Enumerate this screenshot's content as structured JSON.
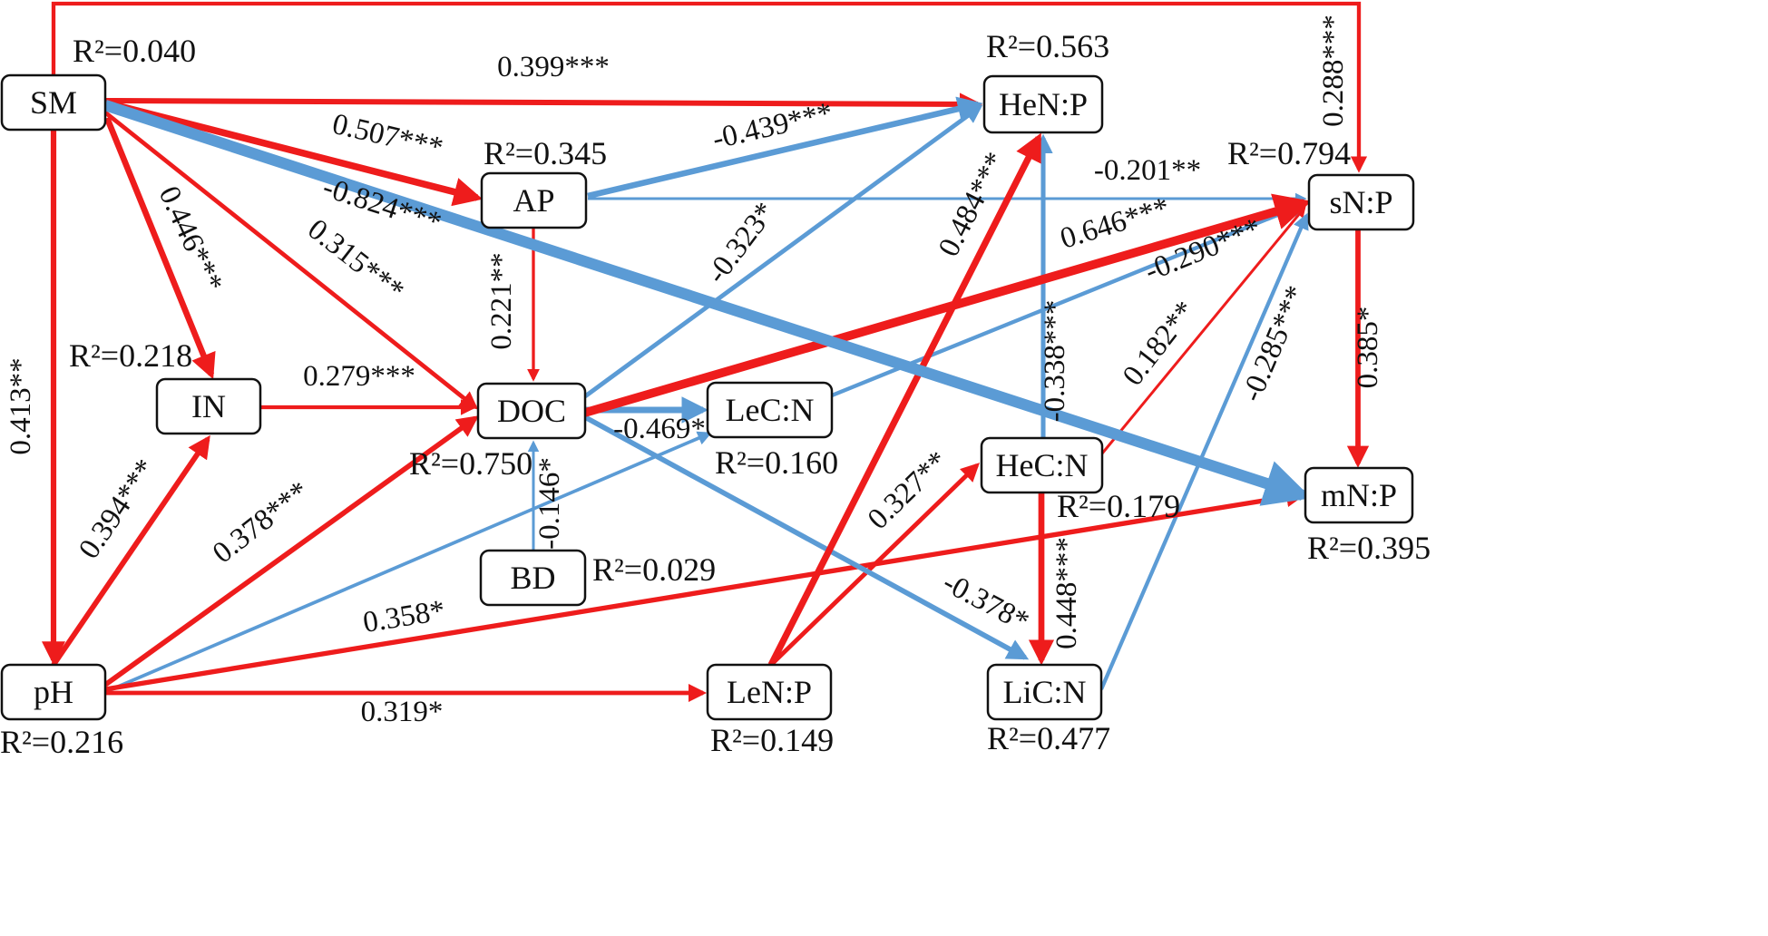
{
  "colors": {
    "positive": "#ee1c1c",
    "negative": "#5b9bd5",
    "text": "#111111",
    "box": "#111111"
  },
  "nodes": [
    {
      "id": "SM",
      "label": "SM",
      "r2": "R²=0.040"
    },
    {
      "id": "AP",
      "label": "AP",
      "r2": "R²=0.345"
    },
    {
      "id": "HeNP",
      "label": "HeN:P",
      "r2": "R²=0.563"
    },
    {
      "id": "sNP",
      "label": "sN:P",
      "r2": "R²=0.794"
    },
    {
      "id": "IN",
      "label": "IN",
      "r2": "R²=0.218"
    },
    {
      "id": "DOC",
      "label": "DOC",
      "r2": "R²=0.750"
    },
    {
      "id": "LeCN",
      "label": "LeC:N",
      "r2": "R²=0.160"
    },
    {
      "id": "HeCN",
      "label": "HeC:N",
      "r2": "R²=0.179"
    },
    {
      "id": "mNP",
      "label": "mN:P",
      "r2": "R²=0.395"
    },
    {
      "id": "BD",
      "label": "BD",
      "r2": "R²=0.029"
    },
    {
      "id": "pH",
      "label": "pH",
      "r2": "R²=0.216"
    },
    {
      "id": "LeNP",
      "label": "LeN:P",
      "r2": "R²=0.149"
    },
    {
      "id": "LiCN",
      "label": "LiC:N",
      "r2": "R²=0.477"
    }
  ],
  "paths": [
    {
      "from": "SM",
      "to": "sNP",
      "coef": "0.288***",
      "sign": "positive",
      "magnitude": 0.288
    },
    {
      "from": "SM",
      "to": "HeNP",
      "coef": "0.399***",
      "sign": "positive",
      "magnitude": 0.399
    },
    {
      "from": "SM",
      "to": "AP",
      "coef": "0.507***",
      "sign": "positive",
      "magnitude": 0.507
    },
    {
      "from": "SM",
      "to": "mNP",
      "coef": "-0.824***",
      "sign": "negative",
      "magnitude": 0.824
    },
    {
      "from": "SM",
      "to": "IN",
      "coef": "0.446***",
      "sign": "positive",
      "magnitude": 0.446
    },
    {
      "from": "SM",
      "to": "DOC",
      "coef": "0.315***",
      "sign": "positive",
      "magnitude": 0.315
    },
    {
      "from": "SM",
      "to": "pH",
      "coef": "0.413**",
      "sign": "positive",
      "magnitude": 0.413
    },
    {
      "from": "AP",
      "to": "HeNP",
      "coef": "-0.439***",
      "sign": "negative",
      "magnitude": 0.439
    },
    {
      "from": "AP",
      "to": "sNP",
      "coef": "-0.201**",
      "sign": "negative",
      "magnitude": 0.201
    },
    {
      "from": "AP",
      "to": "DOC",
      "coef": "0.221**",
      "sign": "positive",
      "magnitude": 0.221
    },
    {
      "from": "IN",
      "to": "DOC",
      "coef": "0.279***",
      "sign": "positive",
      "magnitude": 0.279
    },
    {
      "from": "DOC",
      "to": "HeNP",
      "coef": "-0.323*",
      "sign": "negative",
      "magnitude": 0.323
    },
    {
      "from": "DOC",
      "to": "sNP",
      "coef": "0.646***",
      "sign": "positive",
      "magnitude": 0.646
    },
    {
      "from": "DOC",
      "to": "LeCN",
      "coef": "-0.469*",
      "sign": "negative",
      "magnitude": 0.469
    },
    {
      "from": "DOC",
      "to": "LiCN",
      "coef": "-0.378*",
      "sign": "negative",
      "magnitude": 0.378
    },
    {
      "from": "LeCN",
      "to": "sNP",
      "coef": "-0.290***",
      "sign": "negative",
      "magnitude": 0.29
    },
    {
      "from": "HeCN",
      "to": "HeNP",
      "coef": "-0.338***",
      "sign": "negative",
      "magnitude": 0.338
    },
    {
      "from": "HeCN",
      "to": "sNP",
      "coef": "0.182**",
      "sign": "positive",
      "magnitude": 0.182
    },
    {
      "from": "HeCN",
      "to": "LiCN",
      "coef": "0.448***",
      "sign": "positive",
      "magnitude": 0.448
    },
    {
      "from": "LiCN",
      "to": "sNP",
      "coef": "-0.285***",
      "sign": "negative",
      "magnitude": 0.285
    },
    {
      "from": "sNP",
      "to": "mNP",
      "coef": "0.385*",
      "sign": "positive",
      "magnitude": 0.385
    },
    {
      "from": "LeNP",
      "to": "HeNP",
      "coef": "0.484***",
      "sign": "positive",
      "magnitude": 0.484
    },
    {
      "from": "LeNP",
      "to": "HeCN",
      "coef": "0.327**",
      "sign": "positive",
      "magnitude": 0.327
    },
    {
      "from": "pH",
      "to": "IN",
      "coef": "0.394***",
      "sign": "positive",
      "magnitude": 0.394
    },
    {
      "from": "pH",
      "to": "DOC",
      "coef": "0.378***",
      "sign": "positive",
      "magnitude": 0.378
    },
    {
      "from": "pH",
      "to": "LeCN",
      "coef": "",
      "sign": "negative",
      "magnitude": 0.25
    },
    {
      "from": "pH",
      "to": "mNP",
      "coef": "0.358*",
      "sign": "positive",
      "magnitude": 0.358
    },
    {
      "from": "pH",
      "to": "LeNP",
      "coef": "0.319*",
      "sign": "positive",
      "magnitude": 0.319
    },
    {
      "from": "BD",
      "to": "DOC",
      "coef": "-0.146*",
      "sign": "negative",
      "magnitude": 0.146
    }
  ]
}
